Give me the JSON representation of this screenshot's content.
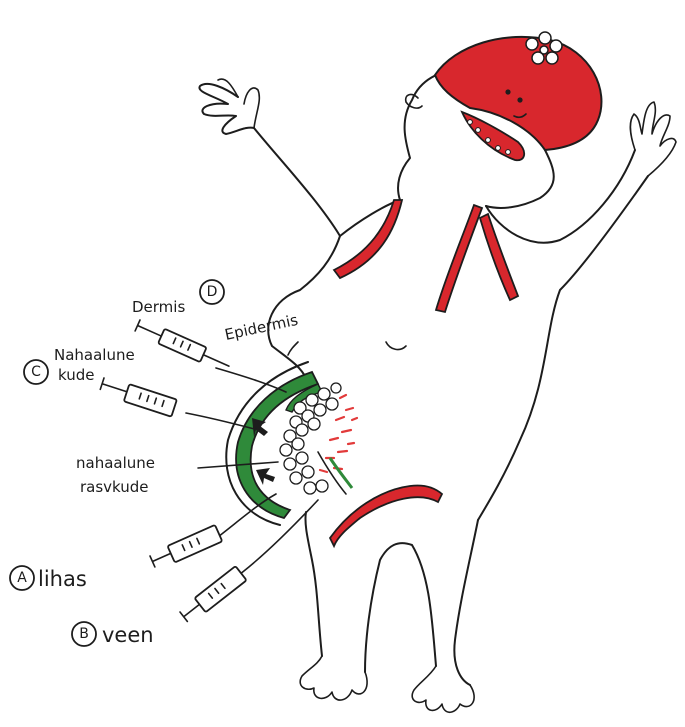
{
  "colors": {
    "ink": "#1d1d1d",
    "swimsuit_red": "#d8272d",
    "muscle_green": "#2f8a3a",
    "blood_red": "#e23a3a",
    "paper": "#ffffff"
  },
  "labels": {
    "dermis": "Dermis",
    "epidermis": "Epidermis",
    "nahaalune_kude_line1": "Nahaalune",
    "nahaalune_kude_line2": "kude",
    "rasvkude_line1": "nahaalune",
    "rasvkude_line2": "rasvkude",
    "lihas": "lihas",
    "veen": "veen"
  },
  "markers": {
    "d": "D",
    "c": "C",
    "a": "A",
    "b": "B"
  },
  "icons": [
    "flower-icon",
    "syringe-icon"
  ]
}
